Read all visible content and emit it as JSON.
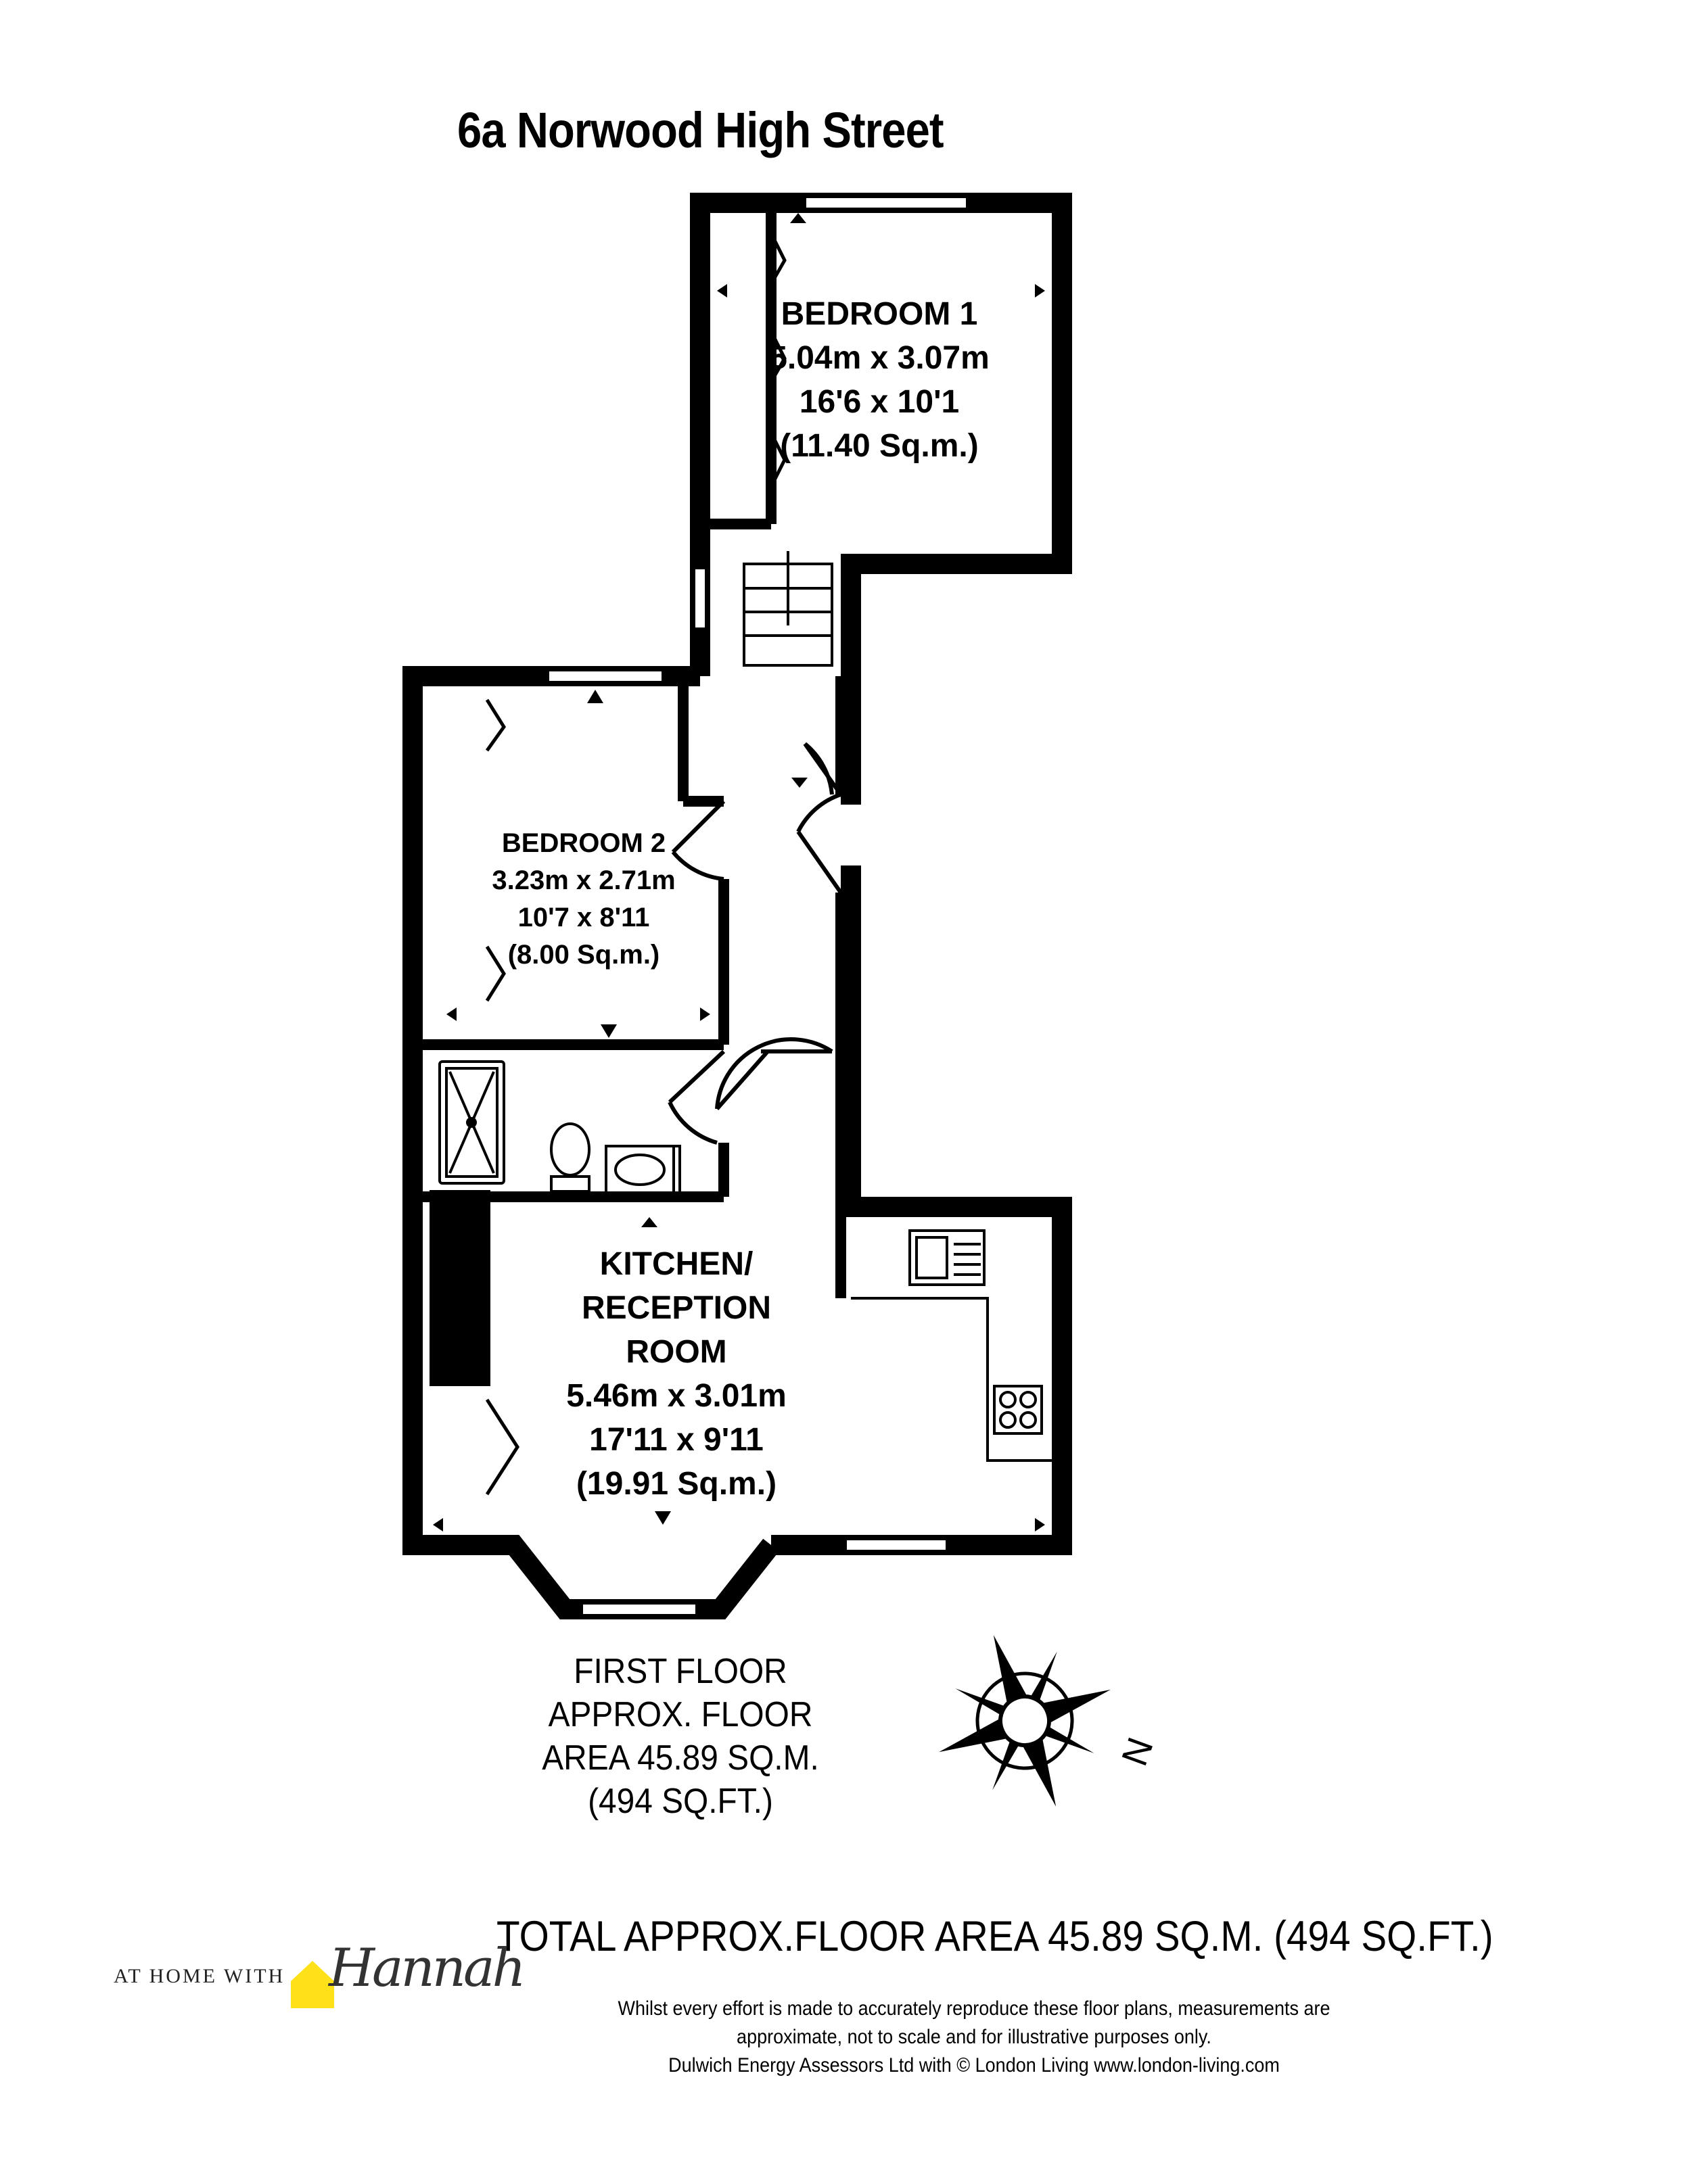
{
  "title": "6a Norwood High Street",
  "rooms": {
    "bedroom1": {
      "name": "BEDROOM 1",
      "metric": "5.04m x 3.07m",
      "imperial": "16'6 x 10'1",
      "area": "(11.40 Sq.m.)"
    },
    "bedroom2": {
      "name": "BEDROOM 2",
      "metric": "3.23m x 2.71m",
      "imperial": "10'7 x 8'11",
      "area": "(8.00 Sq.m.)"
    },
    "kitchen": {
      "name_line1": "KITCHEN/",
      "name_line2": "RECEPTION",
      "name_line3": "ROOM",
      "metric": "5.46m x 3.01m",
      "imperial": "17'11 x 9'11",
      "area": "(19.91 Sq.m.)"
    }
  },
  "floor_summary": {
    "line1": "FIRST FLOOR",
    "line2": "APPROX. FLOOR",
    "line3": "AREA 45.89 SQ.M.",
    "line4": "(494 SQ.FT.)"
  },
  "compass": {
    "label": "N"
  },
  "total_area": "TOTAL APPROX.FLOOR AREA 45.89 SQ.M. (494 SQ.FT.)",
  "disclaimer": {
    "line1": "Whilst every effort is made to accurately reproduce these floor plans, measurements are",
    "line2": "approximate, not to scale and for illustrative purposes only.",
    "line3": "Dulwich Energy Assessors Ltd with © London Living www.london-living.com"
  },
  "brand": {
    "prefix": "AT HOME WITH",
    "script": "Hannah",
    "logo_color": "#FFE11A"
  },
  "colors": {
    "wall": "#000000",
    "background": "#FFFFFF"
  }
}
